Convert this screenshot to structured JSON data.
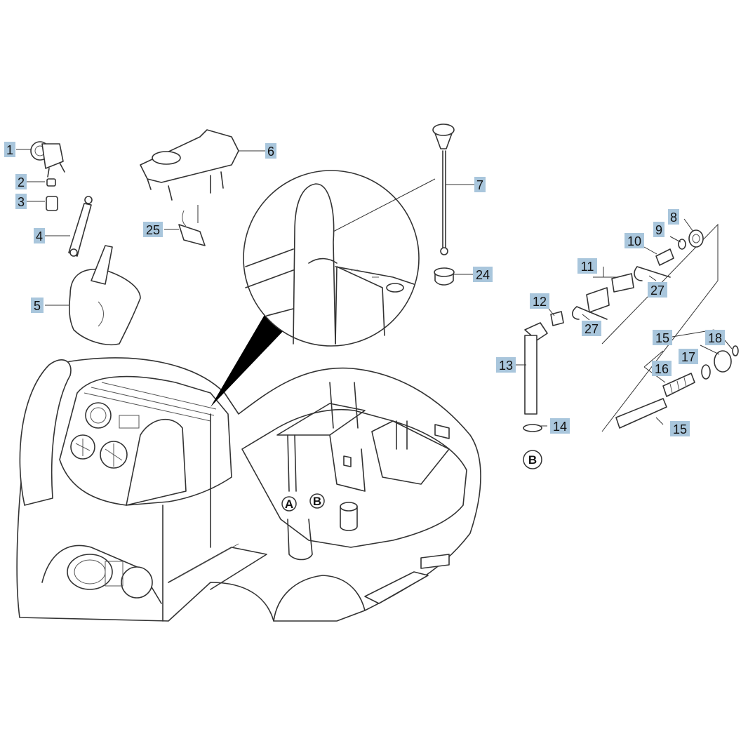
{
  "labels": {
    "p1": "1",
    "p2": "2",
    "p3": "3",
    "p4": "4",
    "p5": "5",
    "p6": "6",
    "p7": "7",
    "p8": "8",
    "p9": "9",
    "p10": "10",
    "p11": "11",
    "p12": "12",
    "p13": "13",
    "p14": "14",
    "p15a": "15",
    "p15b": "15",
    "p16": "16",
    "p17": "17",
    "p18": "18",
    "p24": "24",
    "p25": "25",
    "p27a": "27",
    "p27b": "27"
  },
  "markers": {
    "a": "A",
    "b": "B",
    "b2": "B"
  },
  "colors": {
    "label_fill": "#a9c6dc",
    "line": "#333333",
    "background": "#ffffff"
  }
}
